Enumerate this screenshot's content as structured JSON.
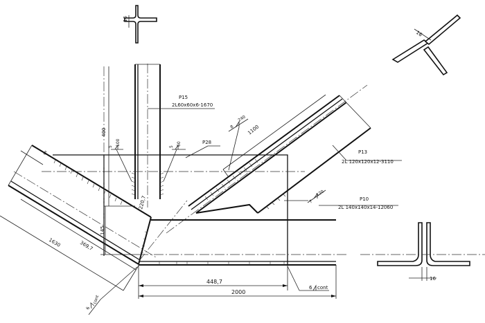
{
  "members": {
    "p15": {
      "tag": "P15",
      "spec": "2L60x60x6-1670"
    },
    "p28": {
      "tag": "P28"
    },
    "p13": {
      "tag": "P13",
      "spec": "2L 120x120x12-3110"
    },
    "p10": {
      "tag": "P10",
      "spec": "2L 140x140x14-12060"
    }
  },
  "dimensions": {
    "vertical_400": "400",
    "vertical_145": "145",
    "diag_1100": "1100",
    "diag_1630": "1630",
    "diag_3697": "369,7",
    "diag_220": "220,7",
    "horiz_4487": "448,7",
    "horiz_2000": "2000",
    "section_top_t": "16",
    "section_right_t": "16",
    "section_bottom_t": "16",
    "gap_5": "5"
  },
  "welds": {
    "w_100": {
      "size": "5",
      "length": "100"
    },
    "w_60": {
      "size": "5",
      "length": "60"
    },
    "w_240": {
      "size": "8",
      "length": "240"
    },
    "w_120": {
      "size": "7",
      "length": "120"
    },
    "w_cont_bottom": {
      "size": "6",
      "length": "cont"
    },
    "w_cont_left": {
      "size": "6",
      "length": "cont"
    }
  }
}
